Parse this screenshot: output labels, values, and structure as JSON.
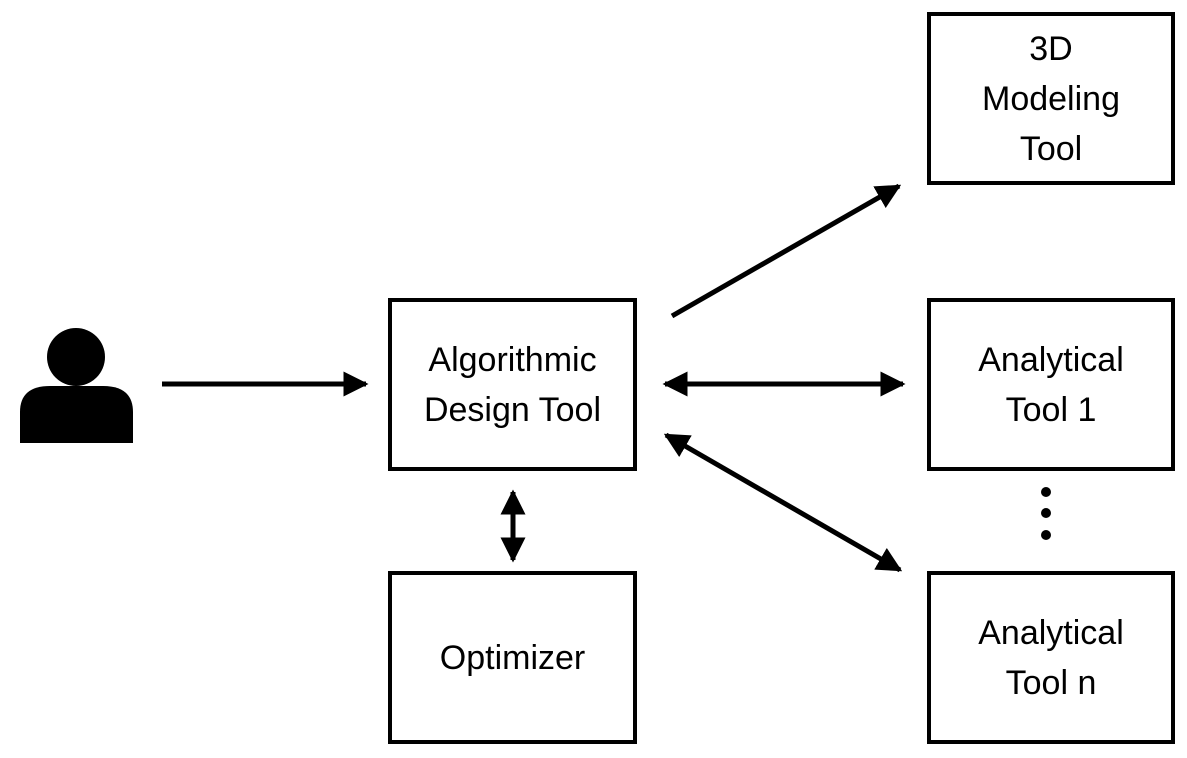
{
  "nodes": {
    "modeling_tool": {
      "lines": [
        "3D",
        "Modeling",
        "Tool"
      ]
    },
    "algorithmic_design_tool": {
      "lines": [
        "Algorithmic",
        "Design Tool"
      ]
    },
    "analytical_tool_1": {
      "lines": [
        "Analytical",
        "Tool 1"
      ]
    },
    "optimizer": {
      "lines": [
        "Optimizer"
      ]
    },
    "analytical_tool_n": {
      "lines": [
        "Analytical",
        "Tool n"
      ]
    }
  },
  "icons": {
    "user": "person-icon",
    "ellipsis": "vertical-ellipsis"
  },
  "colors": {
    "stroke": "#000000",
    "background": "#ffffff"
  }
}
